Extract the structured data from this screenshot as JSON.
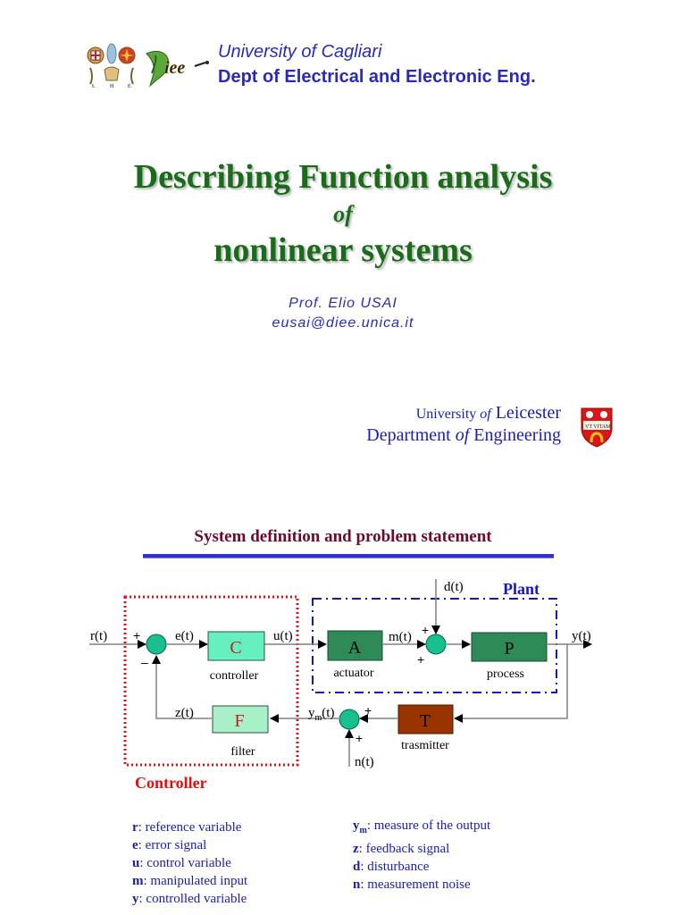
{
  "header": {
    "university_cagliari": "University of Cagliari",
    "dept_cagliari": "Dept of Electrical and Electronic Eng.",
    "logos": [
      "cagliari-crest-icon",
      "diee-logo-icon"
    ]
  },
  "title": {
    "line1": "Describing Function analysis",
    "connector": "of",
    "line2": "nonlinear systems"
  },
  "author": {
    "name": "Prof. Elio USAI",
    "email": "eusai@diee.unica.it"
  },
  "leicester": {
    "line1_a": "University ",
    "line1_of": "of",
    "line1_b": " Leicester",
    "line2_a": "Department ",
    "line2_of": "of",
    "line2_b": " Engineering",
    "logo": "leicester-shield-icon"
  },
  "section": {
    "title": "System definition and problem statement"
  },
  "diagram": {
    "blocks": {
      "C": {
        "letter": "C",
        "label": "controller",
        "fill": "#66f0c0",
        "text_color": "#c02020"
      },
      "A": {
        "letter": "A",
        "label": "actuator",
        "fill": "#2e8b57",
        "text_color": "#000000"
      },
      "P": {
        "letter": "P",
        "label": "process",
        "fill": "#2e8b57",
        "text_color": "#000000"
      },
      "F": {
        "letter": "F",
        "label": "filter",
        "fill": "#a8f0c8",
        "text_color": "#c02020"
      },
      "T": {
        "letter": "T",
        "label": "trasmitter",
        "fill": "#993300",
        "text_color": "#000000"
      }
    },
    "signals": {
      "r": "r(t)",
      "e": "e(t)",
      "u": "u(t)",
      "m": "m(t)",
      "d": "d(t)",
      "y": "y(t)",
      "z": "z(t)",
      "ym_base": "y",
      "ym_sub": "m",
      "ym_suffix": "(t)",
      "n": "n(t)"
    },
    "signs": {
      "plus": "+",
      "minus": "–"
    },
    "groups": {
      "plant": {
        "label": "Plant",
        "color": "#1414c8"
      },
      "controller": {
        "label": "Controller",
        "color": "#e01010"
      }
    },
    "summing_junction_color": "#18c090"
  },
  "legend": {
    "left": [
      {
        "sym": "r",
        "desc": ": reference variable"
      },
      {
        "sym": "e",
        "desc": ": error signal"
      },
      {
        "sym": "u",
        "desc": ": control variable"
      },
      {
        "sym": "m",
        "desc": ": manipulated input"
      },
      {
        "sym": "y",
        "desc": ": controlled variable"
      }
    ],
    "right": [
      {
        "sym": "y",
        "sub": "m",
        "desc": ": measure of the output"
      },
      {
        "sym": "z",
        "desc": ": feedback signal"
      },
      {
        "sym": "d",
        "desc": ": disturbance"
      },
      {
        "sym": "n",
        "desc": ": measurement noise"
      }
    ]
  }
}
